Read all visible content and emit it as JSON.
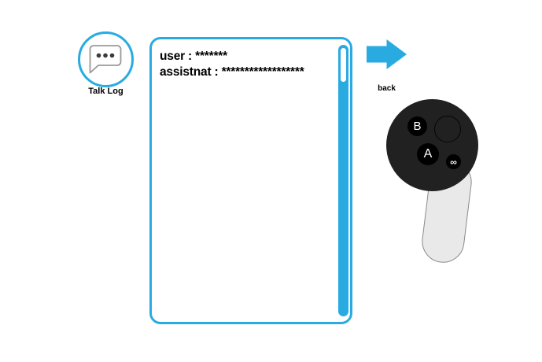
{
  "colors": {
    "accent_blue": "#29ABE2",
    "controller_body": "#212121",
    "button_black": "#000000",
    "handle_fill": "#E9E9E9",
    "handle_border": "#8A8A8A",
    "bubble_border": "#999999",
    "bubble_dots": "#3A3A3A"
  },
  "talk_log": {
    "label": "Talk Log",
    "icon": "speech-bubble-ellipsis-icon"
  },
  "log_panel": {
    "lines": [
      {
        "speaker": "user",
        "text": "user : *******"
      },
      {
        "speaker": "assistant",
        "text": "assistnat : ******************"
      }
    ],
    "scrollbar": {
      "thumb_position": "top"
    }
  },
  "back_control": {
    "label": "back",
    "icon": "right-arrow-icon"
  },
  "controller": {
    "b_button_label": "B",
    "a_button_label": "A",
    "home_button_label": "∞"
  }
}
